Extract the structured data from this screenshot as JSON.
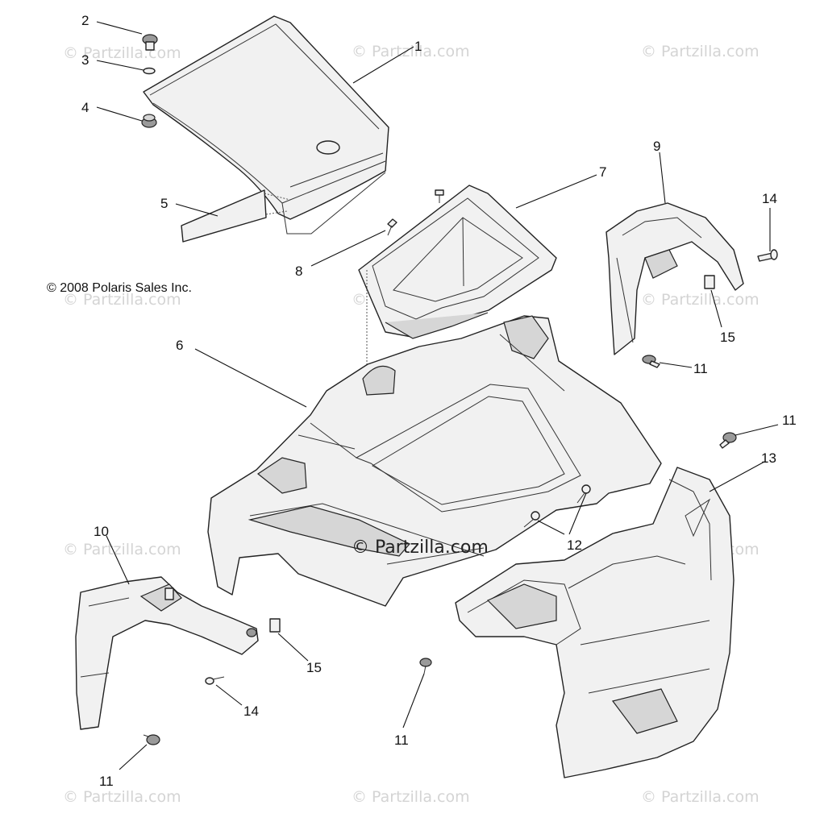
{
  "copyright": "© 2008 Polaris Sales Inc.",
  "watermark": "© Partzilla.com",
  "center_watermark": "© Partzilla.com",
  "callouts": [
    "1",
    "2",
    "3",
    "4",
    "5",
    "6",
    "7",
    "8",
    "9",
    "10",
    "11",
    "11",
    "11",
    "11",
    "12",
    "13",
    "14",
    "14",
    "15",
    "15"
  ],
  "colors": {
    "line": "#222222",
    "watermark": "#d4d4d4",
    "fill": "#f1f1f1"
  }
}
